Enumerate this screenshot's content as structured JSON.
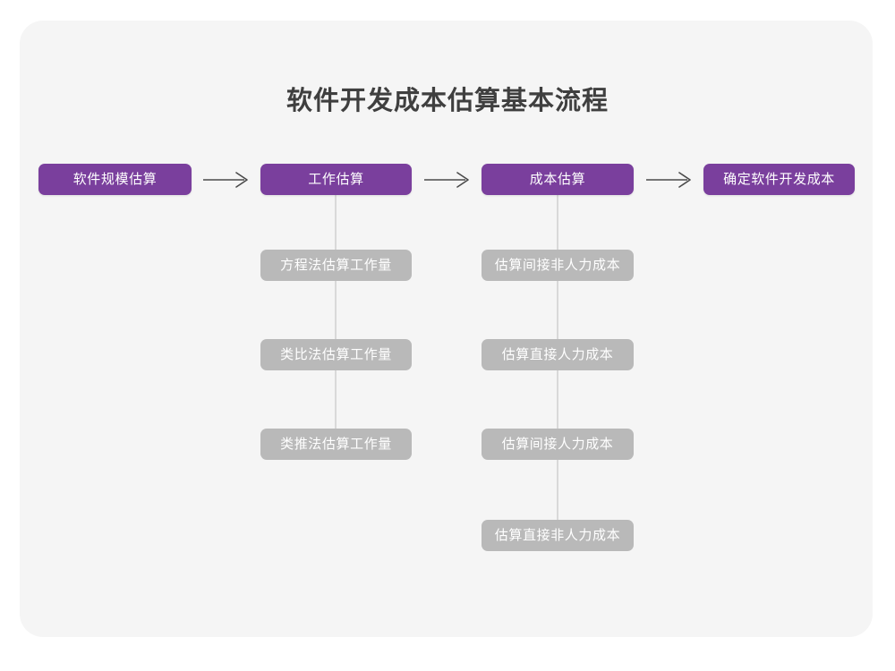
{
  "title": "软件开发成本估算基本流程",
  "colors": {
    "card_background": "#f5f5f5",
    "page_background": "#ffffff",
    "primary_box": "#7a3f9d",
    "secondary_box": "#b9b9b9",
    "connector_line": "#d9d9d9",
    "title_text": "#3f3f3f",
    "box_text": "#ffffff",
    "arrow": "#4a4a4a"
  },
  "flow": {
    "main_steps": [
      {
        "label": "软件规模估算"
      },
      {
        "label": "工作估算"
      },
      {
        "label": "成本估算"
      },
      {
        "label": "确定软件开发成本"
      }
    ],
    "arrows": [
      {
        "name": "arrow-step1-to-step2",
        "glyph": "→"
      },
      {
        "name": "arrow-step2-to-step3",
        "glyph": "→"
      },
      {
        "name": "arrow-step3-to-step4",
        "glyph": "→"
      }
    ],
    "substeps": {
      "work_estimation": [
        {
          "label": "方程法估算工作量"
        },
        {
          "label": "类比法估算工作量"
        },
        {
          "label": "类推法估算工作量"
        }
      ],
      "cost_estimation": [
        {
          "label": "估算间接非人力成本"
        },
        {
          "label": "估算直接人力成本"
        },
        {
          "label": "估算间接人力成本"
        },
        {
          "label": "估算直接非人力成本"
        }
      ]
    }
  }
}
